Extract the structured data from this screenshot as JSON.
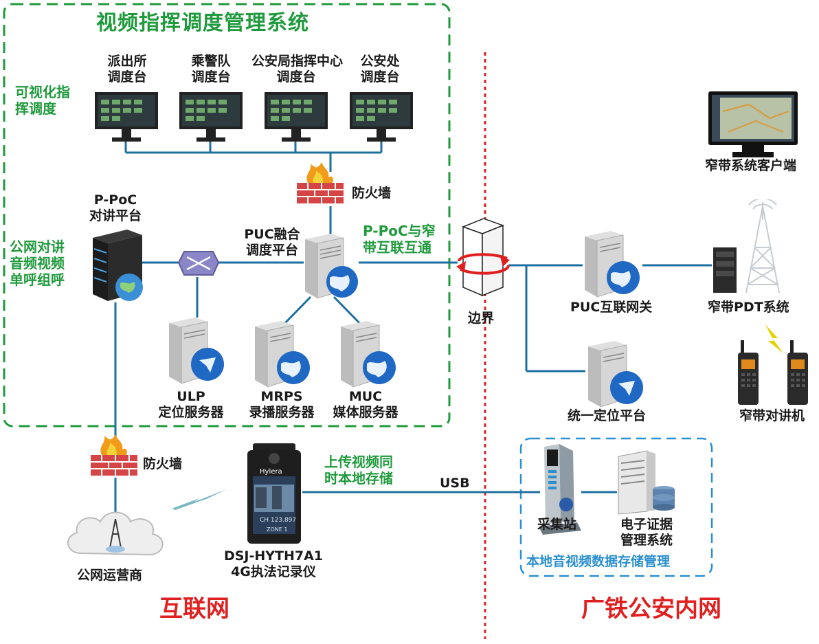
{
  "title": "视频指挥调度管理系统",
  "consoles": [
    {
      "l1": "派出所",
      "l2": "调度台"
    },
    {
      "l1": "乘警队",
      "l2": "调度台"
    },
    {
      "l1": "公安局指挥中心",
      "l2": "调度台"
    },
    {
      "l1": "公安处",
      "l2": "调度台"
    }
  ],
  "visual_dispatch": {
    "l1": "可视化指",
    "l2": "挥调度"
  },
  "firewall_label": "防火墙",
  "ppoc": {
    "l1": "P-PoC",
    "l2": "对讲平台"
  },
  "public_side": {
    "l1": "公网对讲",
    "l2": "音频视频",
    "l3": "单呼组呼"
  },
  "puc": {
    "l1": "PUC融合",
    "l2": "调度平台"
  },
  "interconnect": {
    "l1": "P-PoC与窄",
    "l2": "带互联互通"
  },
  "ulp": {
    "l1": "ULP",
    "l2": "定位服务器"
  },
  "mrps": {
    "l1": "MRPS",
    "l2": "录播服务器"
  },
  "muc": {
    "l1": "MUC",
    "l2": "媒体服务器"
  },
  "boundary": "边界",
  "puc_gateway": "PUC互联网关",
  "unified_positioning": "统一定位平台",
  "narrowband_client": "窄带系统客户端",
  "narrowband_pdt": "窄带PDT系统",
  "narrowband_radio": "窄带对讲机",
  "firewall2_label": "防火墙",
  "operator": "公网运营商",
  "recorder": {
    "l1": "DSJ-HYTH7A1",
    "l2": "4G执法记录仪"
  },
  "recorder_screen": {
    "brand": "Hylera",
    "ch": "CH 123.897",
    "zone": "ZONE 1"
  },
  "upload": {
    "l1": "上传视频同",
    "l2": "时本地存储"
  },
  "usb": "USB",
  "collector": "采集站",
  "evidence": {
    "l1": "电子证据",
    "l2": "管理系统"
  },
  "local_storage": "本地音视频数据存储管理",
  "internet": "互联网",
  "intranet": "广铁公安内网",
  "colors": {
    "green_frame": "#1f9a3c",
    "blue_frame": "#2a8fd0",
    "line": "#1d6fa0",
    "boundary": "#e02020"
  }
}
